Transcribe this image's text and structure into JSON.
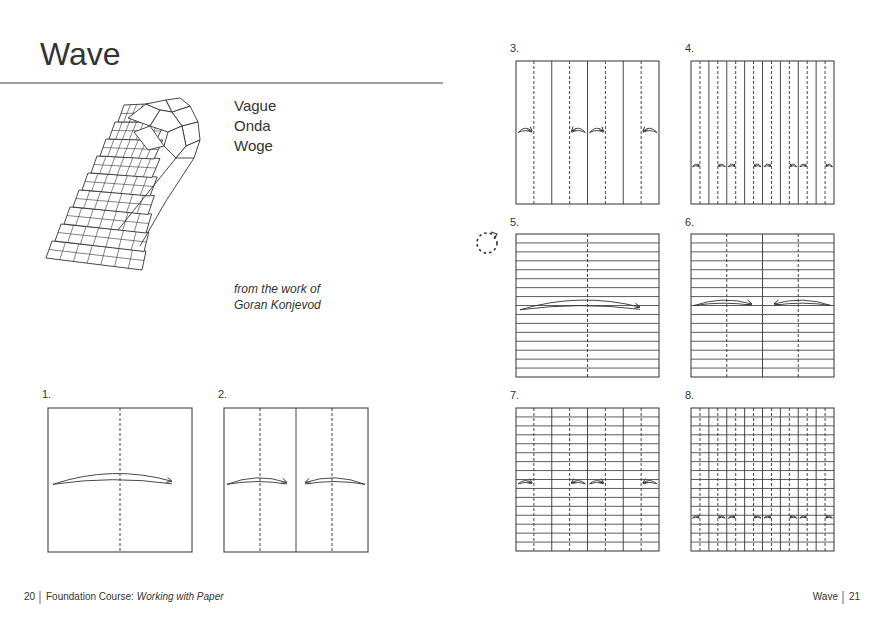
{
  "diagram": {
    "title": "Wave",
    "labels": [
      "Vague",
      "Onda",
      "Woge",
      "from the work of Goran Konjevod",
      "1.",
      "2.",
      "3.",
      "4.",
      "5.",
      "6.",
      "7.",
      "8.",
      "20",
      "Foundation Course:",
      "Working with Paper",
      "Wave",
      "21"
    ]
  }
}
